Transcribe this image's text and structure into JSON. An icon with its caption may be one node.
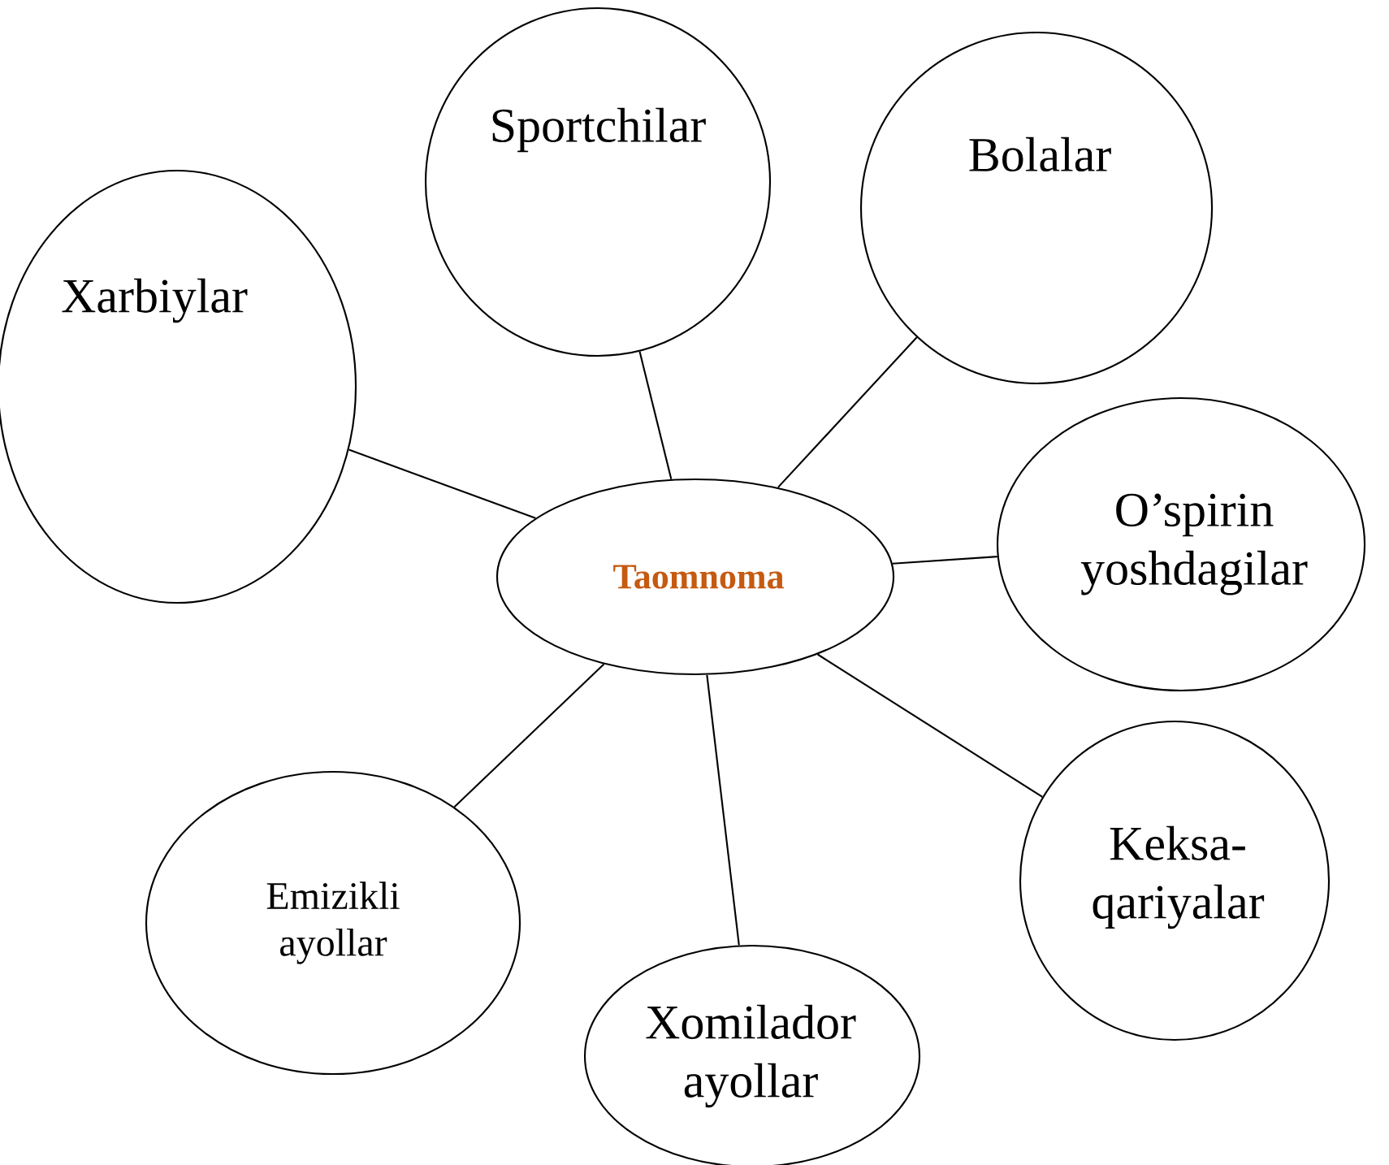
{
  "diagram": {
    "nodes": [
      {
        "text": [
          "Sportchilar"
        ]
      },
      {
        "text": [
          "Bolalar"
        ]
      },
      {
        "text": [
          "Xarbiylar"
        ]
      },
      {
        "text": [
          "O’spirin yoshdagilar"
        ]
      },
      {
        "text": [
          "Taomnoma"
        ]
      },
      {
        "text": [
          "Keksa-qariyalar"
        ]
      },
      {
        "text": [
          "Emizikli ayollar"
        ]
      },
      {
        "text": [
          "Xomilador ayollar"
        ]
      }
    ],
    "edges": [
      {
        "from": 4,
        "to": 0,
        "arrow": "none"
      },
      {
        "from": 4,
        "to": 1,
        "arrow": "none"
      },
      {
        "from": 4,
        "to": 2,
        "arrow": "none"
      },
      {
        "from": 4,
        "to": 3,
        "arrow": "none"
      },
      {
        "from": 4,
        "to": 5,
        "arrow": "none"
      },
      {
        "from": 4,
        "to": 6,
        "arrow": "none"
      },
      {
        "from": 4,
        "to": 7,
        "arrow": "none"
      }
    ]
  }
}
